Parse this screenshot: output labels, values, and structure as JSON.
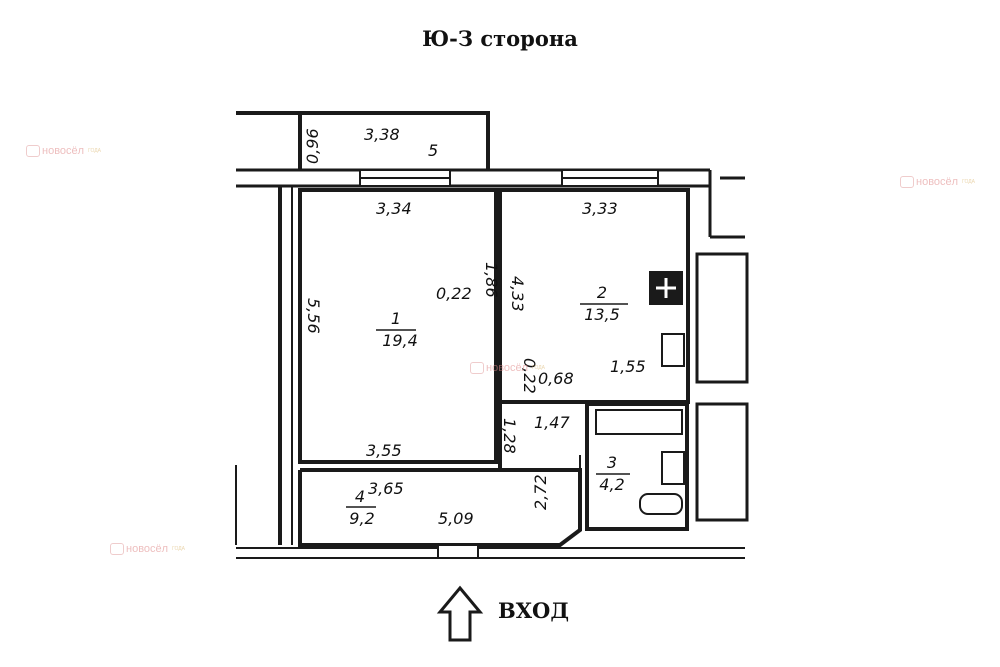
{
  "title": "Ю-З сторона",
  "entrance_label": "ВХОД",
  "watermark": {
    "text": "новосёл",
    "sub": "ГОДА"
  },
  "rooms": [
    {
      "number": "1",
      "area": "19,4"
    },
    {
      "number": "2",
      "area": "13,5"
    },
    {
      "number": "3",
      "area": "4,2"
    },
    {
      "number": "4",
      "area": "9,2"
    },
    {
      "number": "5",
      "area": ""
    }
  ],
  "dimensions": {
    "d_3_38": "3,38",
    "d_0_96": "0,96",
    "d_3_34": "3,34",
    "d_1_86": "1,86",
    "d_3_33": "3,33",
    "d_5_56": "5,56",
    "d_0_22a": "0,22",
    "d_4_33": "4,33",
    "d_1_55": "1,55",
    "d_0_22b": "0,22",
    "d_0_68": "0,68",
    "d_1_47": "1,47",
    "d_1_28": "1,28",
    "d_3_55": "3,55",
    "d_3_65": "3,65",
    "d_2_72": "2,72",
    "d_5_09": "5,09"
  },
  "colors": {
    "wall": "#1a1a1a",
    "watermark": "#e08a8a"
  }
}
